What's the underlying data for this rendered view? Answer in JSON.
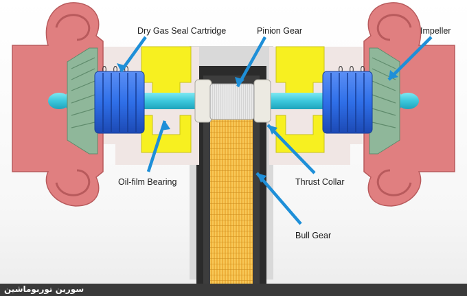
{
  "labels": {
    "dry_gas_seal": "Dry Gas Seal Cartridge",
    "pinion_gear": "Pinion Gear",
    "impeller": "Impeller",
    "oil_film_bearing": "Oil-film Bearing",
    "thrust_collar": "Thrust Collar",
    "bull_gear": "Bull Gear"
  },
  "watermark": "سورین توربوماشین",
  "colors": {
    "casing": "#e07f80",
    "seal": "#2f6fe8",
    "shaft": "#4fd6e6",
    "bearing_housing": "#f7f020",
    "gearbox_frame": "#2b2b2b",
    "bull_gear": "#f2b63a",
    "impeller": "#8fb79a",
    "leader": "#1e8fd8"
  }
}
